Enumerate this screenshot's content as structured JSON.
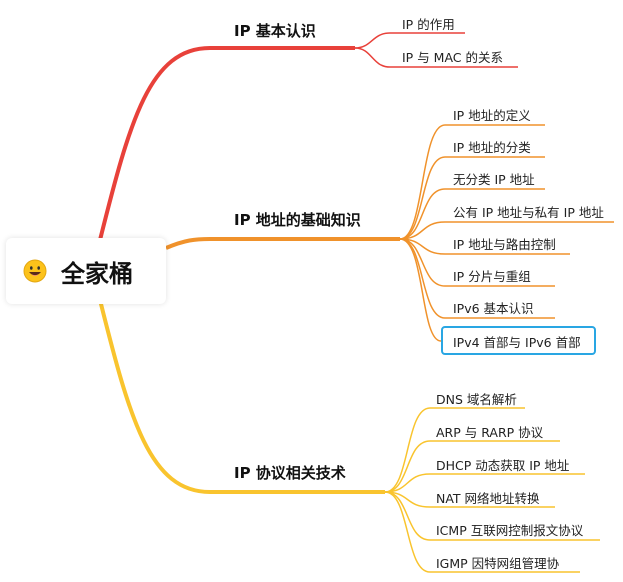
{
  "root": {
    "label": "全家桶",
    "icon": "grinning-face-emoji"
  },
  "branches": [
    {
      "label": "IP 基本认识",
      "color": "#e8413a",
      "children": [
        "IP 的作用",
        "IP 与 MAC 的关系"
      ]
    },
    {
      "label": "IP 地址的基础知识",
      "color": "#f0922b",
      "children": [
        "IP 地址的定义",
        "IP 地址的分类",
        "无分类 IP 地址",
        "公有 IP 地址与私有 IP 地址",
        "IP 地址与路由控制",
        "IP 分片与重组",
        "IPv6 基本认识",
        "IPv4 首部与 IPv6 首部"
      ]
    },
    {
      "label": "IP 协议相关技术",
      "color": "#f9c42e",
      "children": [
        "DNS 域名解析",
        "ARP 与 RARP 协议",
        "DHCP 动态获取 IP 地址",
        "NAT 网络地址转换",
        "ICMP 互联网控制报文协议",
        "IGMP 因特网组管理协"
      ]
    }
  ],
  "selected_leaf": "IPv4 首部与 IPv6 首部"
}
